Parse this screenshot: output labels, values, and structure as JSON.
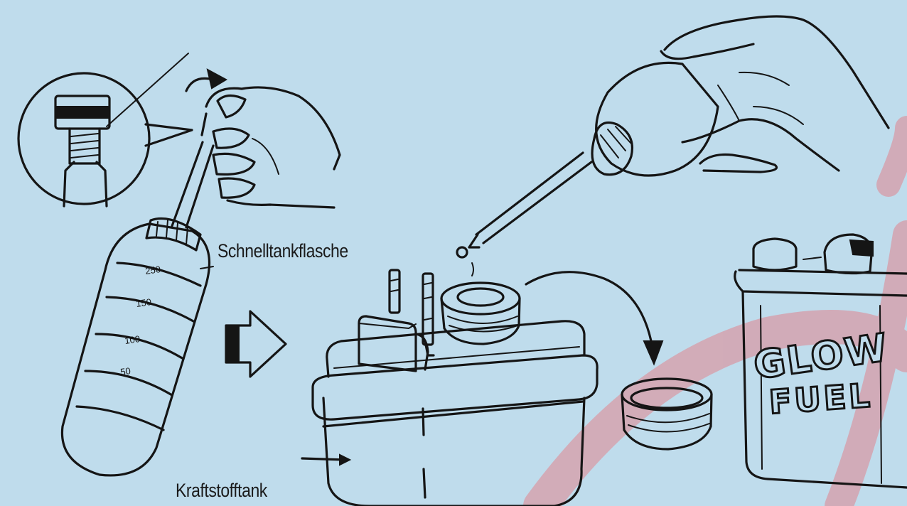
{
  "labels": {
    "bottle": "Schnelltankflasche",
    "tank": "Kraftstofftank"
  },
  "can_text": {
    "line1": "GLOW",
    "line2": "FUEL"
  },
  "bottle_scale": [
    "250",
    "150",
    "100",
    "50"
  ],
  "colors": {
    "background": "#bfdcec",
    "ink": "#151515",
    "watermark": "#e8707a"
  }
}
